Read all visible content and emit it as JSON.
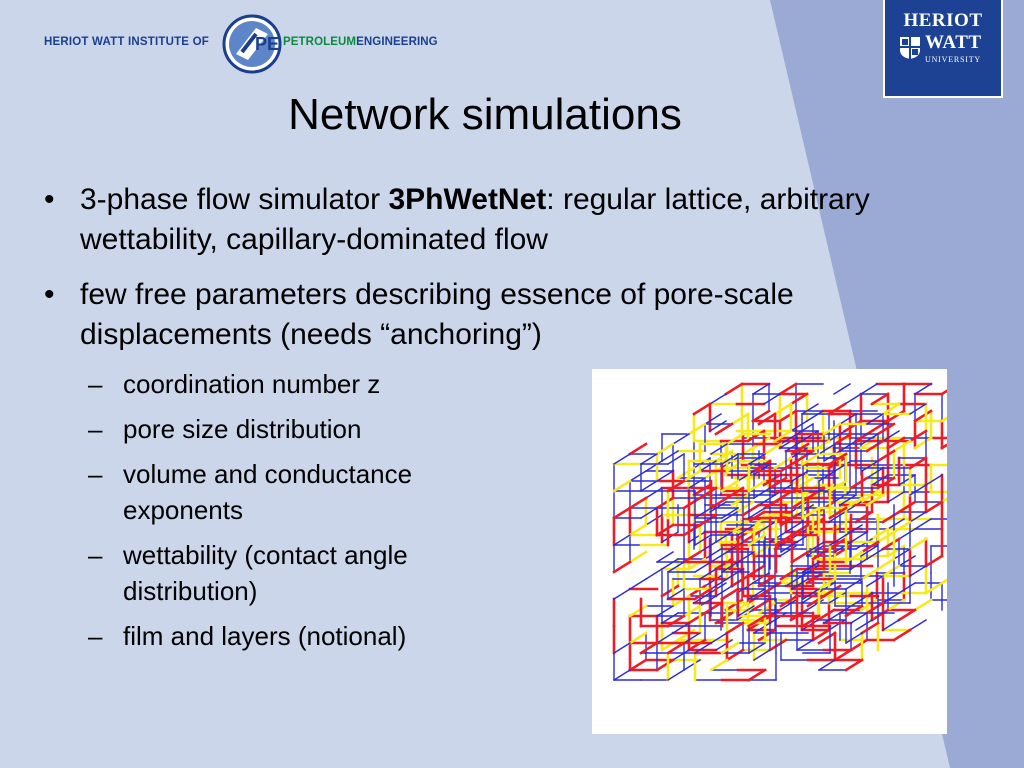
{
  "header": {
    "institute_left": "HERIOT WATT INSTITUTE OF",
    "institute_right_green": "PETROLEUM",
    "institute_right_blue": "ENGINEERING",
    "emblem_letters": "PE",
    "university_line1": "HERIOT",
    "university_line2": "WATT",
    "university_line3": "UNIVERSITY"
  },
  "slide": {
    "title": "Network simulations",
    "bullet1": {
      "prefix": "3-phase flow simulator ",
      "bold": "3PhWetNet",
      "suffix": ": regular lattice, arbitrary wettability, capillary-dominated flow"
    },
    "bullet2": "few free parameters describing essence of pore-scale displacements (needs “anchoring”)",
    "sub_items": [
      "coordination number z",
      "pore size distribution",
      "volume and conductance exponents",
      "wettability (contact angle distribution)",
      "film and layers (notional)"
    ]
  },
  "colors": {
    "background": "#ccd6ea",
    "band": "#9aaad4",
    "brand_blue": "#1d4293",
    "green": "#0a8a3c",
    "lattice_red": "#ee1c24",
    "lattice_blue": "#2b2bd6",
    "lattice_yellow": "#f5ea1a"
  }
}
